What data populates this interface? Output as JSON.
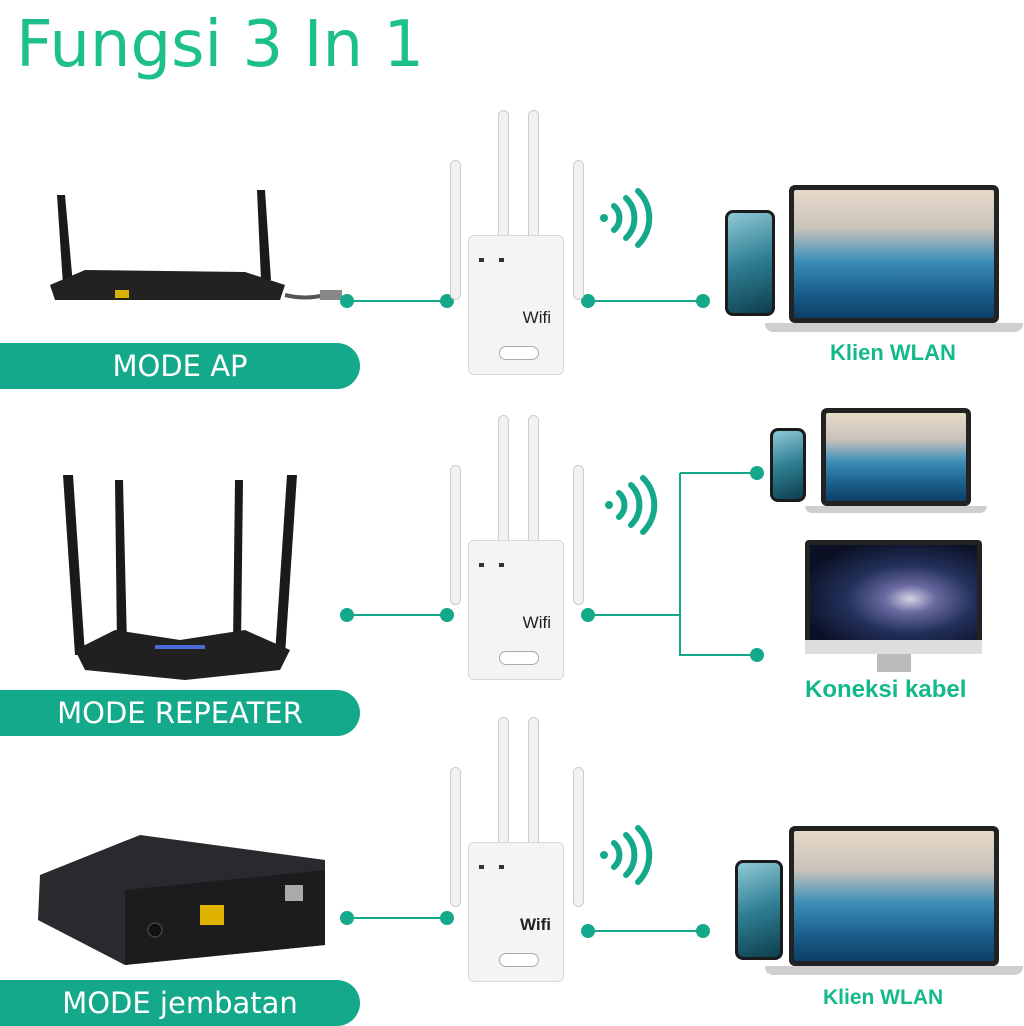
{
  "title": "Fungsi 3 In 1",
  "modes": [
    {
      "label": "MODE AP",
      "client_label": "Klien WLAN"
    },
    {
      "label": "MODE REPEATER",
      "client_label": "Koneksi kabel"
    },
    {
      "label": "MODE jembatan",
      "client_label": "Klien WLAN"
    }
  ],
  "device_text": "Wifi",
  "colors": {
    "accent": "#14a98a",
    "title": "#1dbf8c"
  }
}
